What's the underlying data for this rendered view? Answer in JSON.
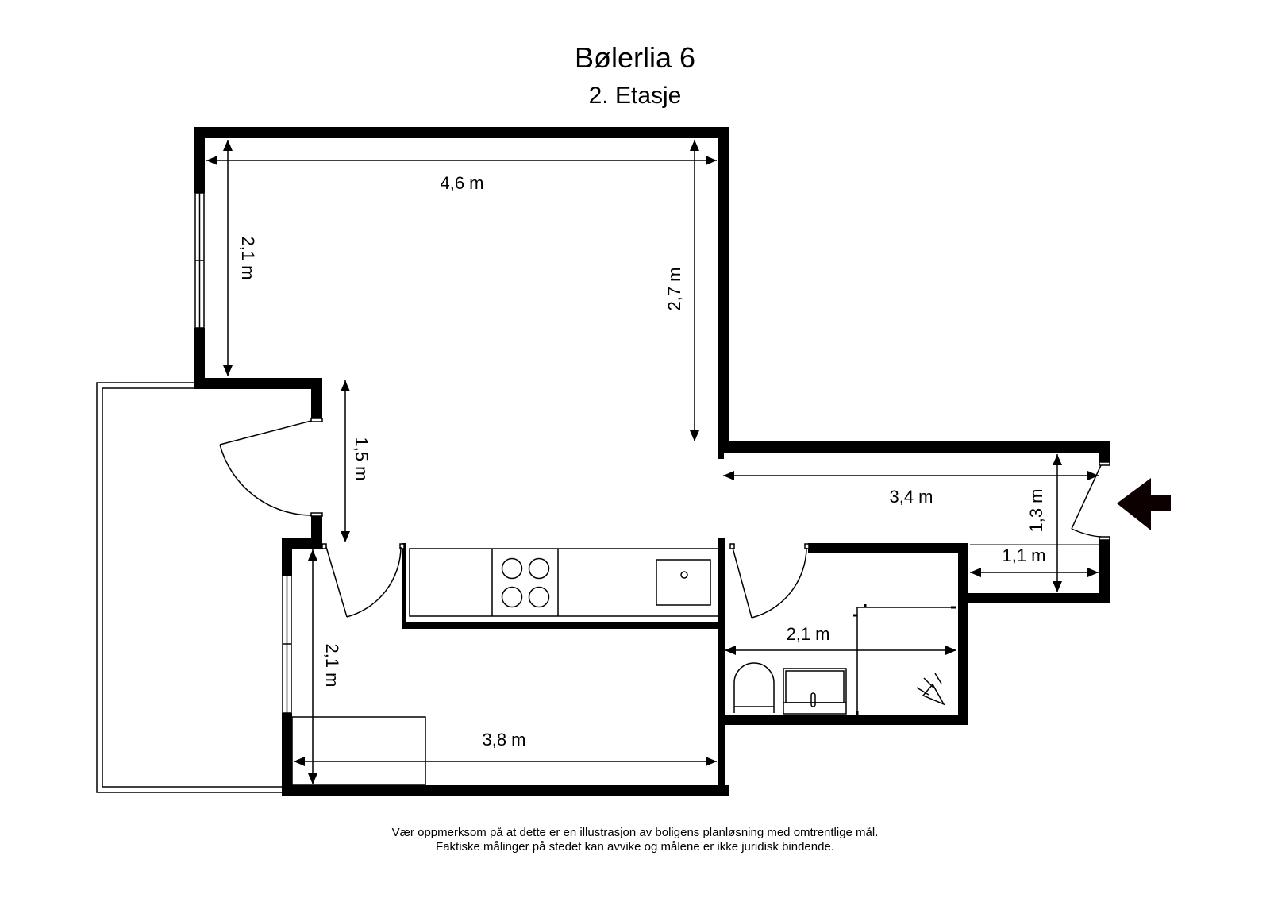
{
  "header": {
    "title": "Bølerlia 6",
    "subtitle": "2. Etasje"
  },
  "disclaimer": {
    "line1": "Vær oppmerksom på at dette er en illustrasjon av boligens planløsning med omtrentlige mål.",
    "line2": "Faktiske målinger på stedet kan avvike og målene er ikke juridisk bindende."
  },
  "dimensions": {
    "living_width": "4,6 m",
    "living_left_height": "2,1 m",
    "living_right_height": "2,7 m",
    "balcony_door_height": "1,5 m",
    "hall_length": "3,4 m",
    "entry_height": "1,3 m",
    "entry_closet_width": "1,1 m",
    "bathroom_width": "2,1 m",
    "kitchen_left_height": "2,1 m",
    "kitchen_width": "3,8 m"
  },
  "symbols": {
    "entrance_arrow": "entrance-arrow-icon",
    "stove": "stove-icon",
    "sink": "sink-icon",
    "toilet": "toilet-icon",
    "washbasin": "washbasin-icon",
    "shower": "shower-icon"
  },
  "colors": {
    "wall": "#000000",
    "background": "#ffffff",
    "entrance_arrow": "#0d0000"
  }
}
